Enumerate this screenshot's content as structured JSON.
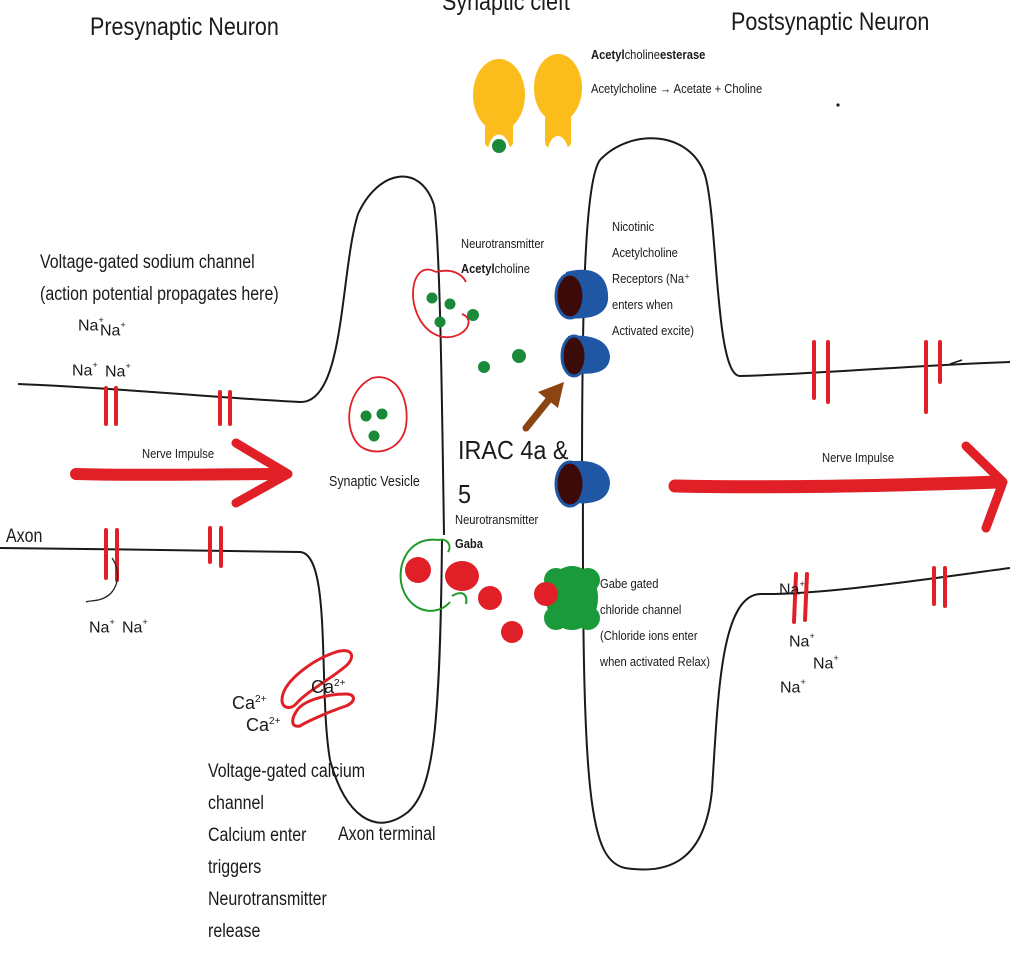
{
  "titles": {
    "presynaptic": "Presynaptic Neuron",
    "cleft": "Synaptic cleft",
    "postsynaptic": "Postsynaptic Neuron"
  },
  "enzyme": {
    "name_bold_1": "Acetyl",
    "name_regular": "choline",
    "name_bold_2": "esterase",
    "reaction": "Acetylcholine → Acetate + Choline"
  },
  "labels": {
    "sodium_channel_line1": "Voltage-gated sodium channel",
    "sodium_channel_line2": "(action potential propagates here)",
    "axon": "Axon",
    "nerve_impulse_left": "Nerve Impulse",
    "nerve_impulse_right": "Nerve Impulse",
    "synaptic_vesicle": "Synaptic Vesicle",
    "axon_terminal": "Axon terminal",
    "irac_line1": "IRAC 4a &",
    "irac_line2": "5",
    "nt_ach_line1": "Neurotransmitter",
    "nt_ach_bold": "Acetyl",
    "nt_ach_regular": "choline",
    "nt_gaba_line1": "Neurotransmitter",
    "nt_gaba_line2": "Gaba"
  },
  "receptor_ach": {
    "lines": [
      "Nicotinic",
      "Acetylcholine",
      "Receptors (Na⁺",
      "enters when",
      "Activated excite)"
    ]
  },
  "receptor_gaba": {
    "lines": [
      "Gabe gated",
      "chloride channel",
      "(Chloride ions enter",
      "when activated Relax)"
    ]
  },
  "calcium_channel": {
    "lines": [
      "Voltage-gated calcium",
      "channel",
      "Calcium enter",
      "triggers",
      "Neurotransmitter",
      "release"
    ]
  },
  "ions": {
    "na": "Na",
    "na_charge": "+",
    "ca": "Ca",
    "ca_charge": "2+"
  },
  "colors": {
    "membrane": "#1a1a1a",
    "channel_red": "#e01f26",
    "vesicle_red": "#e01f26",
    "ach_green": "#1a8a3a",
    "gaba_red": "#e01f26",
    "gaba_vesicle_green": "#1e9a2a",
    "receptor_blue": "#1f57a4",
    "receptor_core": "#3d0a0a",
    "enzyme_yellow": "#fbbd1c",
    "arrow_brown": "#8b4513",
    "gaba_channel_green": "#1a9a3a"
  }
}
